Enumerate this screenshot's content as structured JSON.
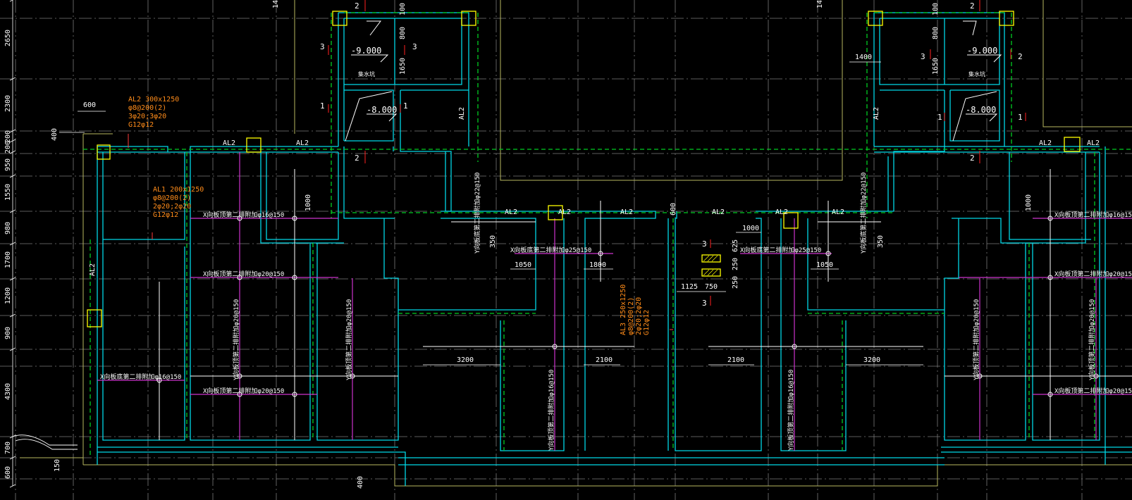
{
  "drawing": {
    "colors": {
      "background": "#000000",
      "grid": "#7a7a7a",
      "wall": "#00d8e6",
      "beam_dashed": "#00cc22",
      "rebar": "#cc33cc",
      "column": "#ffff00",
      "outline": "#cccc66",
      "annotation": "#ff8c1a",
      "dimension": "#ffffff",
      "section_tick": "#ff2020"
    },
    "left_dims": [
      "2650",
      "2300",
      "200",
      "200",
      "950",
      "1550",
      "980",
      "1700",
      "1200",
      "900",
      "4300",
      "700",
      "600"
    ],
    "dims": {
      "d600": "600",
      "d400": "400",
      "d1000a": "1000",
      "d350a": "350",
      "d1050a": "1050",
      "d1800": "1800",
      "d600b": "600",
      "d1000b": "1000",
      "d625": "625",
      "d250a": "250",
      "d250b": "250",
      "d1125": "1125",
      "d750": "750",
      "d1050b": "1050",
      "d350b": "350",
      "d1000c": "1000",
      "d1400": "1400",
      "d1650a": "1650",
      "d800a": "800",
      "d100a": "100",
      "d1650b": "1650",
      "d800b": "800",
      "d100b": "100",
      "d3200a": "3200",
      "d2100a": "2100",
      "d2100b": "2100",
      "d3200b": "3200",
      "d150": "150",
      "d400b": "400",
      "d14a": "14",
      "d14b": "14"
    },
    "sections": {
      "s2a": "2",
      "s2b": "2",
      "s3a": "3",
      "s3b": "3",
      "s1a": "1",
      "s1b": "1",
      "s3c": "3",
      "s2c": "2",
      "s2d": "2",
      "s3d": "3",
      "s3e": "3",
      "s1c": "1",
      "s1d": "1",
      "s2e": "2"
    },
    "levels": {
      "lv1": "-9.000",
      "lv2": "-8.000",
      "lv3": "-9.000",
      "lv4": "-8.000"
    },
    "pit_label": "集水坑",
    "beam_labels": {
      "al2_a": "AL2",
      "al2_b": "AL2",
      "al2_c": "AL2",
      "al2_d": "AL2",
      "al2_e": "AL2",
      "al2_f": "AL2",
      "al2_g": "AL2",
      "al2_h": "AL2",
      "al2_i": "AL2",
      "al2_j": "AL2",
      "al2_k": "AL2",
      "al2_l": "AL2",
      "al2_m": "AL2"
    },
    "beam_specs": {
      "al2": [
        "AL2 300x1250",
        "φ8@200(2)",
        "3φ20;3φ20",
        "G12φ12"
      ],
      "al1": [
        "AL1 200x1250",
        "φ8@200(2)",
        "2φ20;2φ20",
        "G12φ12"
      ],
      "al3": [
        "AL3 250x1250",
        "φ8@200(2)",
        "2φ20;2φ20",
        "G12φ12"
      ]
    },
    "rebar_x": {
      "x1": "X向板顶第二排附加φ16@150",
      "x2": "X向板顶第二排附加φ20@150",
      "x3": "X向板底第二排附加φ16@150",
      "x4": "X向板顶第二排附加φ20@150",
      "x5": "X向板底第二排附加φ25@150",
      "x6": "X向板底第二排附加φ25@150",
      "x7": "X向板顶第二排附加φ16@150",
      "x8": "X向板顶第二排附加φ20@150",
      "x9": "X向板顶第二排附加φ20@150"
    },
    "rebar_y": {
      "y1": "Y向板顶第二排附加φ20@150",
      "y2": "Y向板顶第二排附加φ20@150",
      "y3": "Y向板底第二排附加φ22@150",
      "y4": "Y向板顶第二排附加φ16@150",
      "y5": "Y向板顶第二排附加φ16@150",
      "y6": "Y向板底第二排附加φ22@150",
      "y7": "Y向板顶第二排附加φ20@150",
      "y8": "Y向板顶第二排附加φ20@150"
    }
  }
}
